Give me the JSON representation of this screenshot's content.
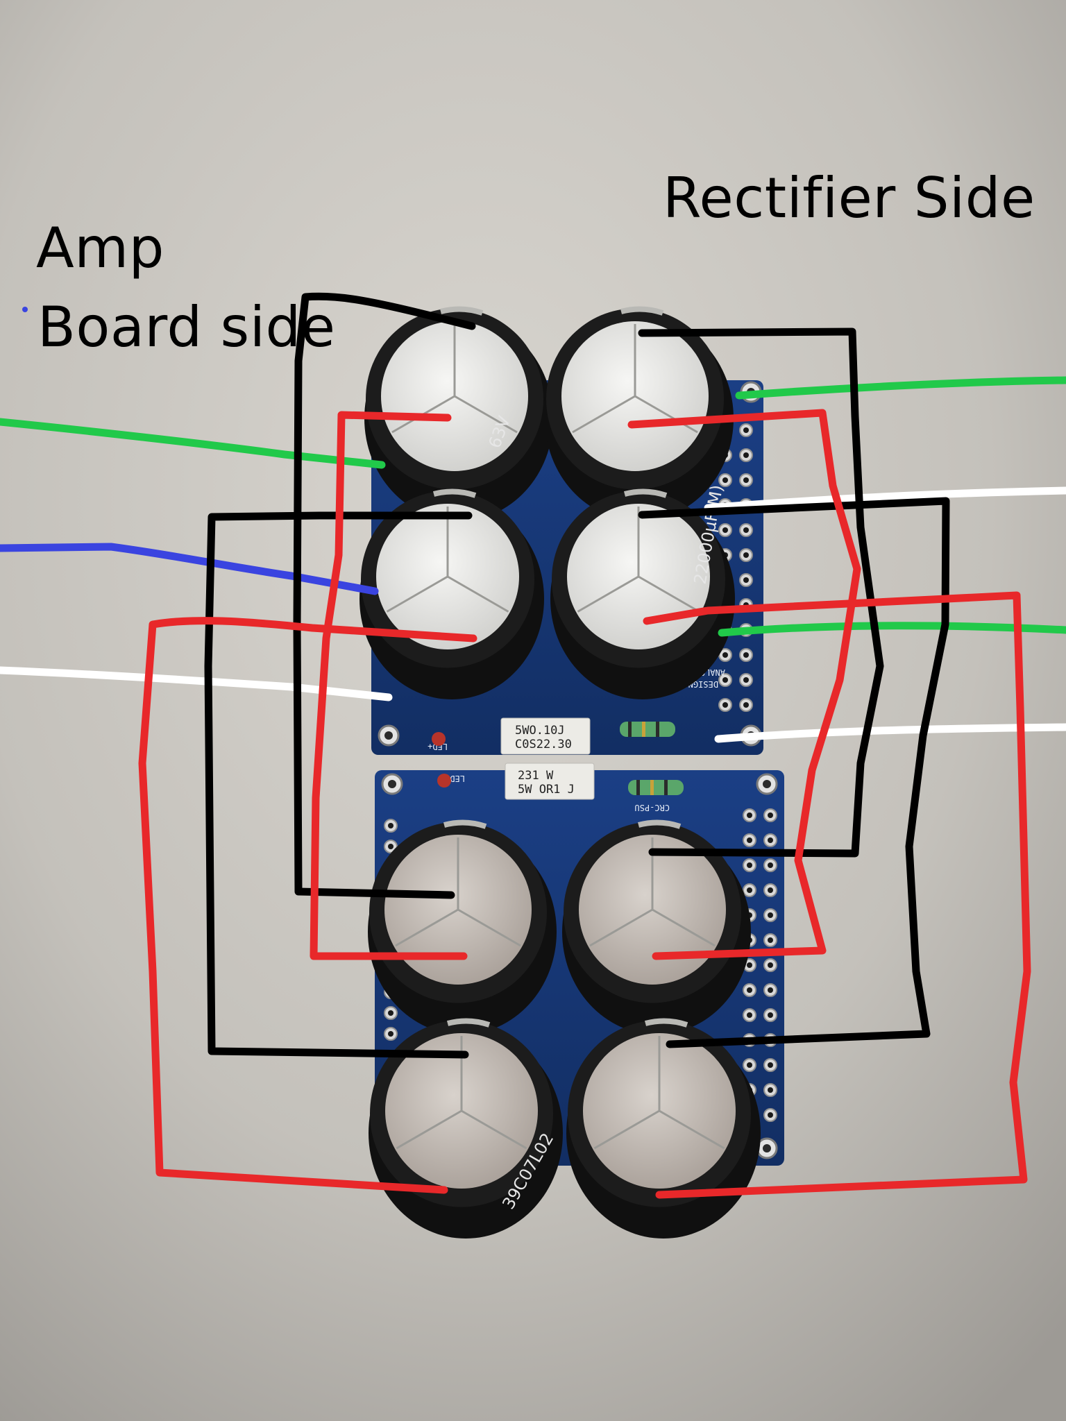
{
  "annotations": {
    "amp_label": "Amp",
    "board_label": "Board side",
    "rectifier_label": "Rectifier Side"
  },
  "resistors": {
    "top_line1": "5WO.10J",
    "top_line2": "C0S22.30",
    "bottom_line1": "231     W",
    "bottom_line2": "5W OR1  J"
  },
  "pcb_text": {
    "crc_psu": "CRC-PSU",
    "design": "DESIGN BY",
    "analog": "ANALOG DESIGN",
    "led_top": "LED+",
    "led_bottom": "LED-"
  },
  "capacitor_markings": {
    "voltage": "63V",
    "capacitance": "22000µF(M)",
    "code": "39C07L02"
  },
  "colors": {
    "wall": "#c9c6c0",
    "pcb": "#173a7c",
    "wire_black": "#000000",
    "wire_red": "#e8282a",
    "wire_green": "#21c94a",
    "wire_blue": "#3a44e0",
    "wire_white": "#ffffff"
  },
  "wires": {
    "black": 4,
    "red": 4,
    "green": 3,
    "blue": 1,
    "white": 3
  }
}
